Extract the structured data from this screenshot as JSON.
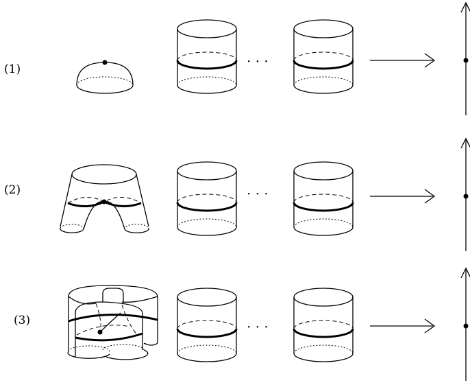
{
  "rows": [
    {
      "label": "(1)",
      "ellipsis": "· · ·"
    },
    {
      "label": "(2)",
      "ellipsis": "· · ·"
    },
    {
      "label": "(3)",
      "ellipsis": "· · ·"
    }
  ],
  "colors": {
    "ink": "#000000",
    "background": "#ffffff"
  }
}
